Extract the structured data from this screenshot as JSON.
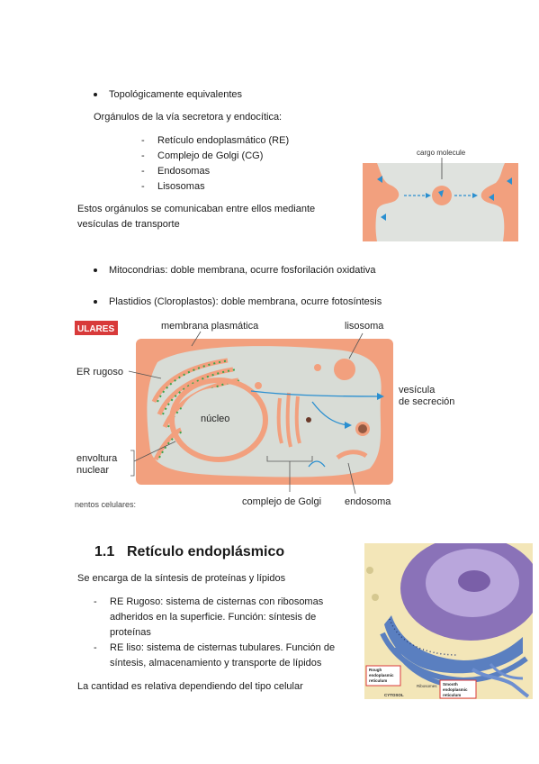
{
  "section1": {
    "bullet1": "Topológicamente equivalentes",
    "intro": "Orgánulos de la vía secretora y endocítica:",
    "organelles": [
      "Retículo endoplasmático (RE)",
      "Complejo de Golgi (CG)",
      "Endosomas",
      "Lisosomas"
    ],
    "communicate_line1": "Estos orgánulos se comunicaban entre ellos mediante",
    "communicate_line2": "vesículas de transporte",
    "bullet2": "Mitocondrias: doble membrana, ocurre fosforilación oxidativa",
    "bullet3": "Plastidios (Cloroplastos): doble membrana, ocurre fotosíntesis"
  },
  "cargo_figure": {
    "label": "cargo molecule"
  },
  "cell_figure": {
    "tag": "ULARES",
    "membrana": "membrana plasmática",
    "lisosoma": "lisosoma",
    "er_rugoso": "ER rugoso",
    "nucleo": "núcleo",
    "vesicula_1": "vesícula",
    "vesicula_2": "de secreción",
    "envoltura_1": "envoltura",
    "envoltura_2": "nuclear",
    "golgi": "complejo de Golgi",
    "endosoma": "endosoma",
    "caption_fragment": "nentos celulares:"
  },
  "section2": {
    "number": "1.1",
    "title": "Retículo endoplásmico",
    "intro": "Se encarga de la síntesis de proteínas y lípidos",
    "items": [
      {
        "l1": "RE Rugoso: sistema de cisternas con ribosomas",
        "l2": "adheridos en la superficie. Función: síntesis de",
        "l3": "proteínas"
      },
      {
        "l1": "RE liso: sistema de cisternas tubulares. Función de",
        "l2": "síntesis, almacenamiento y transporte de lípidos"
      }
    ],
    "closing": "La cantidad es relativa dependiendo del tipo celular"
  },
  "er_figure": {
    "rough_label_1": "Rough",
    "rough_label_2": "endoplasmic",
    "rough_label_3": "reticulum",
    "ribosomes": "Ribosomes",
    "cytosol": "CYTOSOL",
    "smooth_label_1": "Smooth",
    "smooth_label_2": "endoplasmic",
    "smooth_label_3": "reticulum"
  },
  "colors": {
    "cell_salmon": "#f2a07e",
    "cell_gray": "#d8dcd6",
    "arrow_blue": "#2a8fd0",
    "er_blue": "#5a7fc0",
    "nucleus_purple": "#8a72b8",
    "red_tag": "#d83a3a"
  }
}
